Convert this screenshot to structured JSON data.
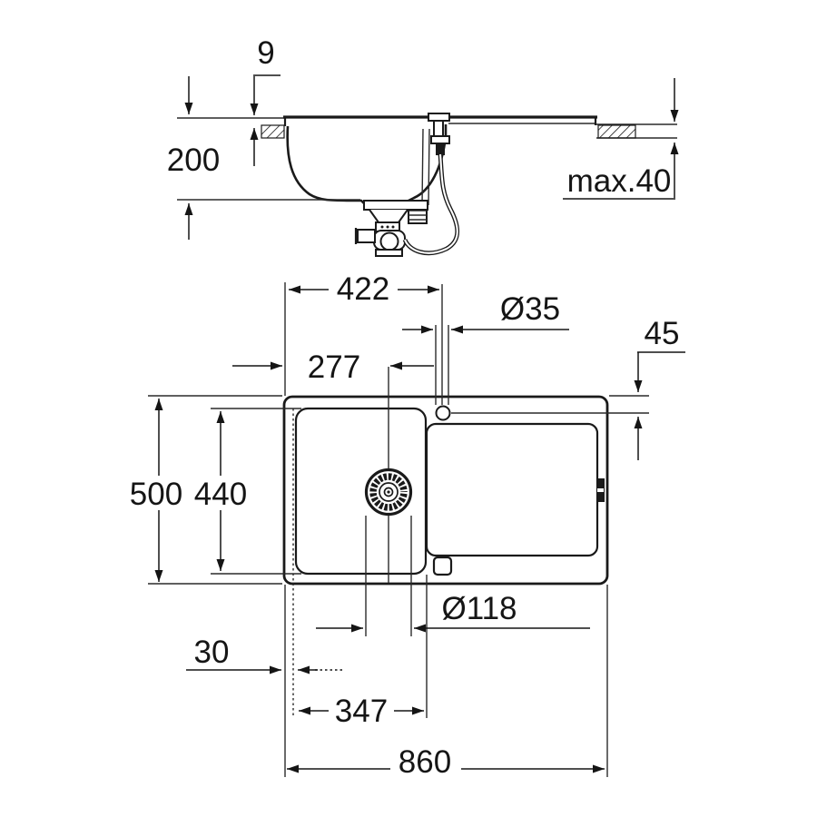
{
  "drawing": {
    "description": "Kitchen sink technical dimension drawing, side cross-section above and top plan view below",
    "units": "mm",
    "colors": {
      "line": "#1a1a1a",
      "dimension": "#151515",
      "background": "#ffffff"
    }
  },
  "side_view": {
    "dims": {
      "rim_height": "9",
      "bowl_depth": "200",
      "countertop_max_thickness": "max.40"
    }
  },
  "plan_view": {
    "dims": {
      "left_edge_to_faucet_center": "422",
      "left_edge_to_drain_center": "277",
      "faucet_hole_diameter": "Ø35",
      "faucet_center_offset": "45",
      "overall_depth": "500",
      "bowl_inner_depth": "440",
      "drain_diameter": "Ø118",
      "left_edge_to_bowl": "30",
      "bowl_inner_width": "347",
      "overall_width": "860"
    }
  }
}
